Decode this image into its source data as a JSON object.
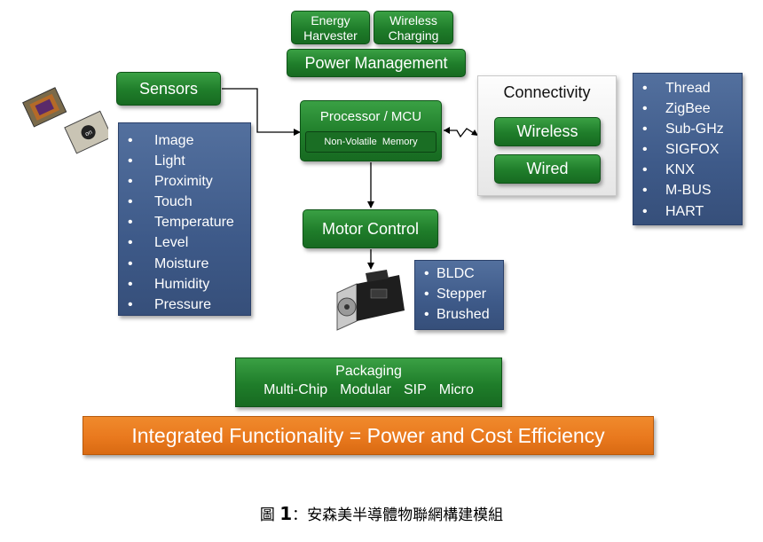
{
  "power": {
    "energy_harvester": [
      "Energy",
      "Harvester"
    ],
    "wireless_charging": [
      "Wireless",
      "Charging"
    ],
    "power_management": "Power Management"
  },
  "sensors": {
    "title": "Sensors",
    "items": [
      "Image",
      "Light",
      "Proximity",
      "Touch",
      "Temperature",
      "Level",
      "Moisture",
      "Humidity",
      "Pressure"
    ]
  },
  "processor": {
    "title": "Processor / MCU",
    "memory": "Non-Volatile  Memory"
  },
  "connectivity": {
    "title": "Connectivity",
    "wireless": "Wireless",
    "wired": "Wired",
    "protocols": [
      "Thread",
      "ZigBee",
      "Sub-GHz",
      "SIGFOX",
      "KNX",
      "M-BUS",
      "HART"
    ]
  },
  "motor": {
    "title": "Motor Control",
    "types": [
      "BLDC",
      "Stepper",
      "Brushed"
    ]
  },
  "packaging": {
    "title": "Packaging",
    "options": [
      "Multi-Chip",
      "Modular",
      "SIP",
      "Micro"
    ]
  },
  "banner": "Integrated Functionality = Power and Cost Efficiency",
  "caption": {
    "prefix": "圖 ",
    "number": "1",
    "text": "：安森美半導體物聯網構建模組"
  },
  "colors": {
    "green": "#1f7d2a",
    "blue": "#3e5a89",
    "orange": "#e9791e"
  }
}
